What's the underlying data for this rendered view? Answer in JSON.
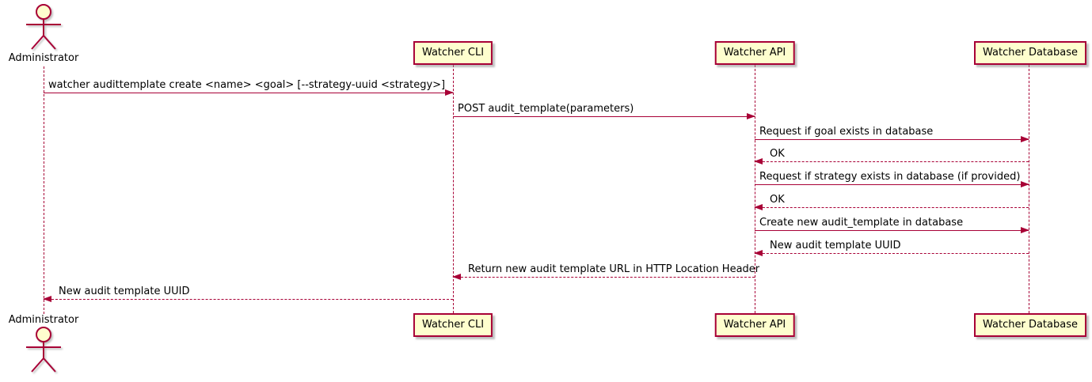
{
  "diagram": {
    "type": "uml-sequence-diagram",
    "colors": {
      "border": "#a80036",
      "fill": "#fefece",
      "arrow": "#a80036",
      "text": "#000000",
      "background": "#ffffff"
    },
    "actor": {
      "name": "Administrator"
    },
    "participants": [
      {
        "name": "Watcher CLI"
      },
      {
        "name": "Watcher API"
      },
      {
        "name": "Watcher Database"
      }
    ],
    "messages": [
      {
        "from": "Administrator",
        "to": "Watcher CLI",
        "style": "solid",
        "text": "watcher audittemplate create <name> <goal> [--strategy-uuid <strategy>]"
      },
      {
        "from": "Watcher CLI",
        "to": "Watcher API",
        "style": "solid",
        "text": "POST audit_template(parameters)"
      },
      {
        "from": "Watcher API",
        "to": "Watcher Database",
        "style": "solid",
        "text": "Request if goal exists in database"
      },
      {
        "from": "Watcher Database",
        "to": "Watcher API",
        "style": "dashed",
        "text": "OK"
      },
      {
        "from": "Watcher API",
        "to": "Watcher Database",
        "style": "solid",
        "text": "Request if strategy exists in database (if provided)"
      },
      {
        "from": "Watcher Database",
        "to": "Watcher API",
        "style": "dashed",
        "text": "OK"
      },
      {
        "from": "Watcher API",
        "to": "Watcher Database",
        "style": "solid",
        "text": "Create new audit_template in database"
      },
      {
        "from": "Watcher Database",
        "to": "Watcher API",
        "style": "dashed",
        "text": "New audit template UUID"
      },
      {
        "from": "Watcher API",
        "to": "Watcher CLI",
        "style": "dashed",
        "text": "Return new audit template URL in HTTP Location Header"
      },
      {
        "from": "Watcher CLI",
        "to": "Administrator",
        "style": "dashed",
        "text": "New audit template UUID"
      }
    ]
  }
}
